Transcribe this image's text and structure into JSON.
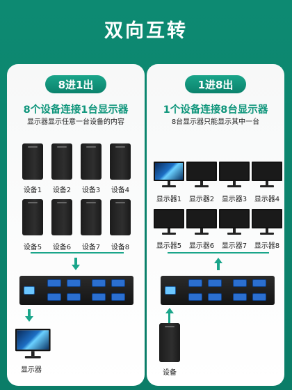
{
  "title": "双向互转",
  "left": {
    "badge": "8进1出",
    "heading": "8个设备连接1台显示器",
    "subtitle": "显示器显示任意一台设备的内容",
    "devices": [
      "设备1",
      "设备2",
      "设备3",
      "设备4",
      "设备5",
      "设备6",
      "设备7",
      "设备8"
    ],
    "output_label": "显示器"
  },
  "right": {
    "badge": "1进8出",
    "heading": "1个设备连接8台显示器",
    "subtitle": "8台显示器只能显示其中一台",
    "monitors": [
      "显示器1",
      "显示器2",
      "显示器3",
      "显示器4",
      "显示器5",
      "显示器6",
      "显示器7",
      "显示器8"
    ],
    "input_label": "设备"
  },
  "colors": {
    "accent": "#1aa58a",
    "background": "#0d8a72"
  }
}
